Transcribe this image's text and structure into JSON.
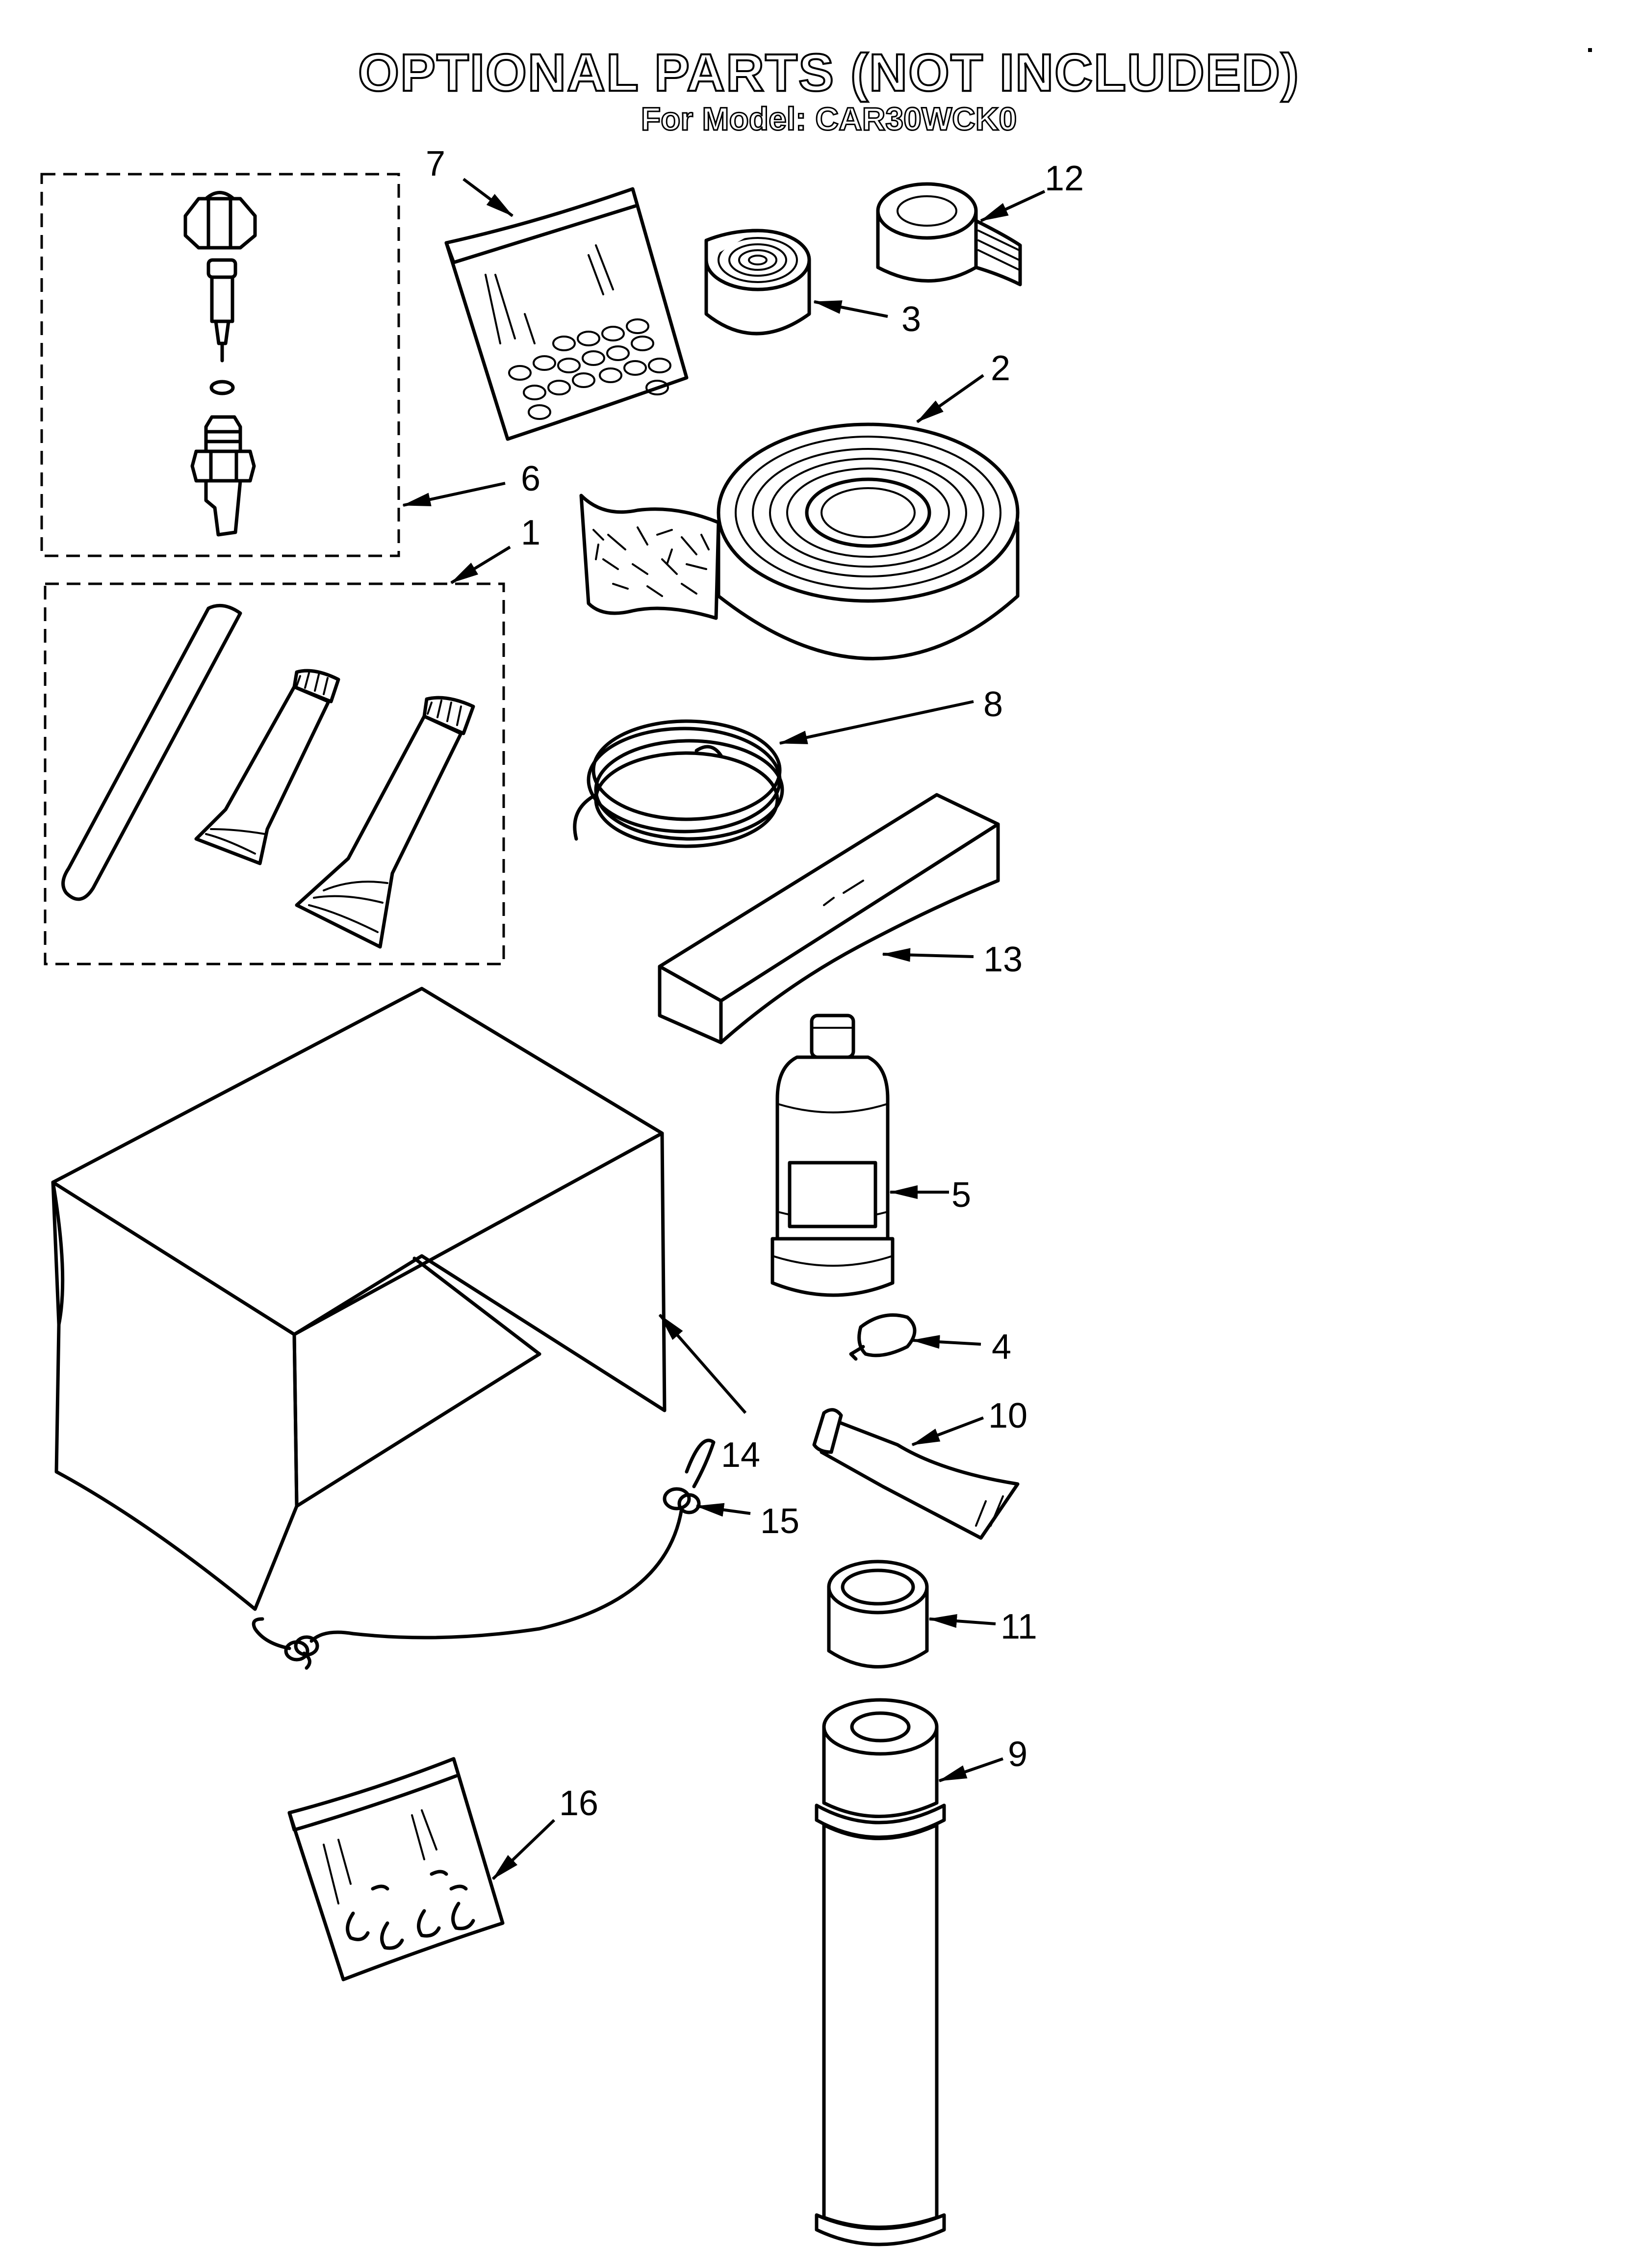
{
  "header": {
    "title": "OPTIONAL PARTS (NOT INCLUDED)",
    "subtitle": "For Model: CAR30WCK0"
  },
  "callouts": {
    "c1": "1",
    "c2": "2",
    "c3": "3",
    "c4": "4",
    "c5": "5",
    "c6": "6",
    "c7": "7",
    "c8": "8",
    "c9": "9",
    "c10": "10",
    "c11": "11",
    "c12": "12",
    "c13": "13",
    "c14": "14",
    "c15": "15",
    "c16": "16"
  }
}
